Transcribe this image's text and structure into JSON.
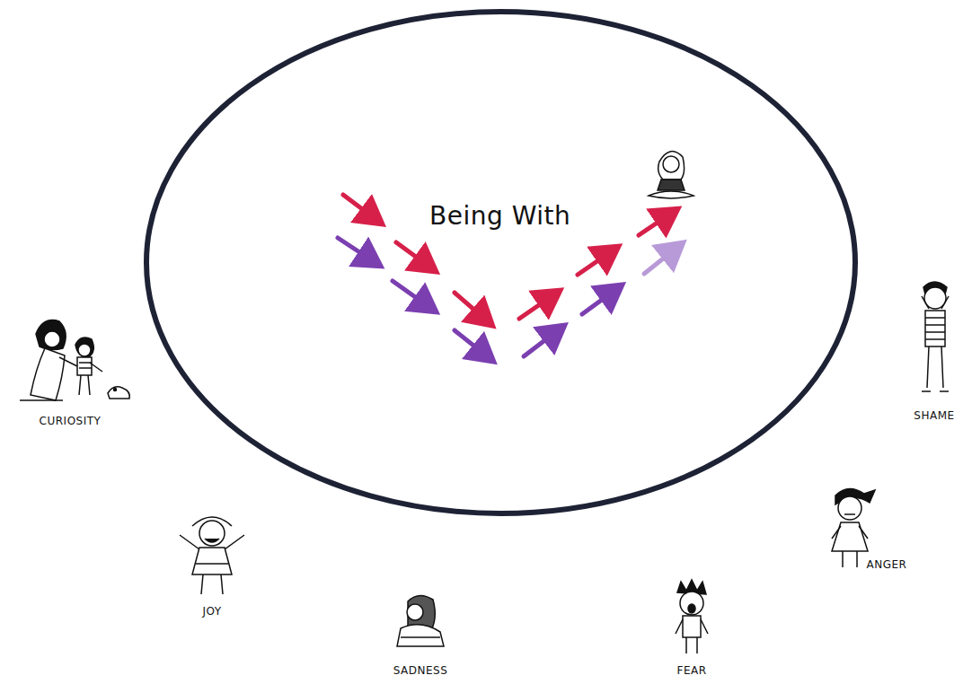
{
  "diagram": {
    "nodes": [
      {
        "text": [
          "Being With"
        ]
      }
    ],
    "labels": [
      "CURIOSITY",
      "JOY",
      "SADNESS",
      "FEAR",
      "ANGER",
      "SHAME"
    ]
  }
}
